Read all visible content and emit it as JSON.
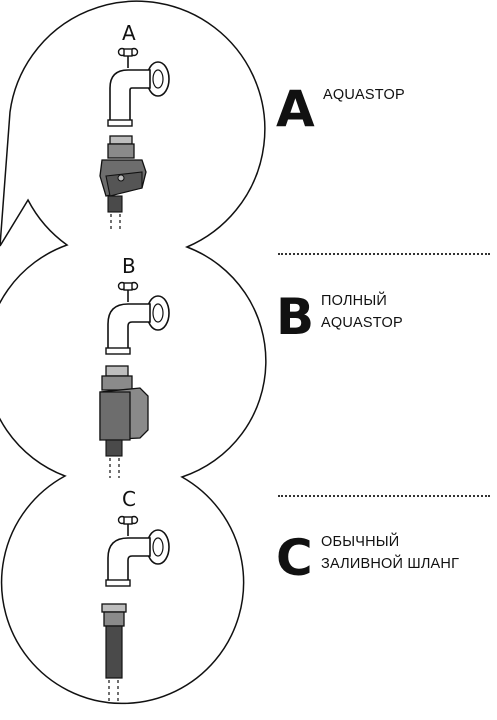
{
  "items": [
    {
      "circle_letter": "A",
      "big_letter": "A",
      "lines": [
        "AQUASTOP"
      ]
    },
    {
      "circle_letter": "B",
      "big_letter": "B",
      "lines": [
        "ПОЛНЫЙ",
        "AQUASTOP"
      ]
    },
    {
      "circle_letter": "C",
      "big_letter": "C",
      "lines": [
        "ОБЫЧНЫЙ",
        "ЗАЛИВНОЙ ШЛАНГ"
      ]
    }
  ],
  "colors": {
    "line": "#111111",
    "device_dark": "#555555",
    "device_mid": "#8a8a8a",
    "device_light": "#bdbdbd",
    "hose": "#4a4a4a"
  },
  "icons": [
    "water-tap-icon",
    "aquastop-valve-icon",
    "full-aquastop-box-icon",
    "plain-hose-icon"
  ]
}
